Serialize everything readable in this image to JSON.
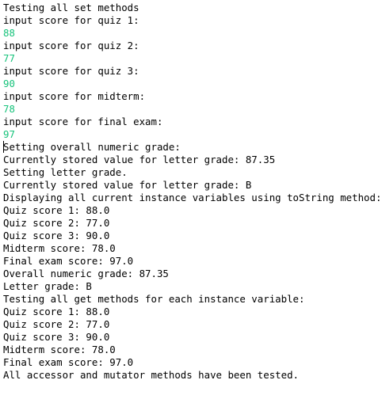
{
  "colors": {
    "background": "#ffffff",
    "output_text": "#000000",
    "user_input_text": "#17c37b"
  },
  "console": {
    "lines": [
      {
        "text": "Testing all set methods",
        "type": "output"
      },
      {
        "text": "input score for quiz 1:",
        "type": "output"
      },
      {
        "text": "88",
        "type": "input"
      },
      {
        "text": "input score for quiz 2:",
        "type": "output"
      },
      {
        "text": "77",
        "type": "input"
      },
      {
        "text": "input score for quiz 3:",
        "type": "output"
      },
      {
        "text": "90",
        "type": "input"
      },
      {
        "text": "input score for midterm:",
        "type": "output"
      },
      {
        "text": "78",
        "type": "input"
      },
      {
        "text": "input score for final exam:",
        "type": "output"
      },
      {
        "text": "97",
        "type": "input"
      },
      {
        "text": "Setting overall numeric grade:",
        "type": "output"
      },
      {
        "text": "Currently stored value for letter grade: 87.35",
        "type": "output"
      },
      {
        "text": "Setting letter grade.",
        "type": "output"
      },
      {
        "text": "Currently stored value for letter grade: B",
        "type": "output"
      },
      {
        "text": "Displaying all current instance variables using toString method:",
        "type": "output"
      },
      {
        "text": "Quiz score 1: 88.0",
        "type": "output"
      },
      {
        "text": "Quiz score 2: 77.0",
        "type": "output"
      },
      {
        "text": "Quiz score 3: 90.0",
        "type": "output"
      },
      {
        "text": "Midterm score: 78.0",
        "type": "output"
      },
      {
        "text": "Final exam score: 97.0",
        "type": "output"
      },
      {
        "text": "Overall numeric grade: 87.35",
        "type": "output"
      },
      {
        "text": "Letter grade: B",
        "type": "output"
      },
      {
        "text": "Testing all get methods for each instance variable:",
        "type": "output"
      },
      {
        "text": "Quiz score 1: 88.0",
        "type": "output"
      },
      {
        "text": "Quiz score 2: 77.0",
        "type": "output"
      },
      {
        "text": "Quiz score 3: 90.0",
        "type": "output"
      },
      {
        "text": "Midterm score: 78.0",
        "type": "output"
      },
      {
        "text": "Final exam score: 97.0",
        "type": "output"
      },
      {
        "text": "All accessor and mutator methods have been tested.",
        "type": "output"
      }
    ]
  }
}
